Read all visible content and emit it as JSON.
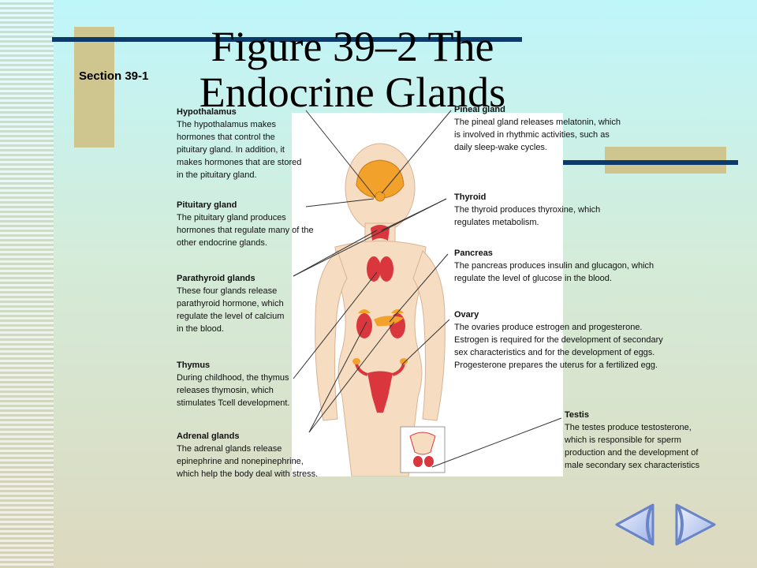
{
  "section": "Section 39-1",
  "title_line1": "Figure 39–2 The",
  "title_line2": "Endocrine Glands",
  "glands": {
    "hypothalamus": {
      "name": "Hypothalamus",
      "desc": "The hypothalamus makes\nhormones that control the\npituitary gland.  In addition, it\nmakes hormones that are stored\nin the pituitary gland."
    },
    "pituitary": {
      "name": "Pituitary gland",
      "desc": "The pituitary gland produces\nhormones that regulate many of the\nother endocrine glands."
    },
    "parathyroid": {
      "name": "Parathyroid glands",
      "desc": "These four glands release\nparathyroid hormone, which\nregulate the level of calcium\nin the blood."
    },
    "thymus": {
      "name": "Thymus",
      "desc": "During childhood, the thymus\nreleases thymosin, which\nstimulates Tcell development."
    },
    "adrenal": {
      "name": "Adrenal glands",
      "desc": "The adrenal glands release\nepinephrine and nonepinephrine,\nwhich help the body deal with stress."
    },
    "pineal": {
      "name": "Pineal gland",
      "desc": "The pineal gland releases melatonin, which\nis involved in rhythmic activities, such as\ndaily sleep-wake cycles."
    },
    "thyroid": {
      "name": "Thyroid",
      "desc": "The thyroid produces thyroxine, which\nregulates metabolism."
    },
    "pancreas": {
      "name": "Pancreas",
      "desc": "The pancreas produces insulin and glucagon, which\nregulate the level of glucose in the blood."
    },
    "ovary": {
      "name": "Ovary",
      "desc": "The ovaries produce estrogen and progesterone.\nEstrogen is required for the development of secondary\nsex characteristics and for the development of eggs.\nProgesterone prepares the uterus for a fertilized egg."
    },
    "testis": {
      "name": "Testis",
      "desc": "The testes produce testosterone,\nwhich is responsible for sperm\nproduction and the development of\nmale secondary sex characteristics"
    }
  },
  "colors": {
    "rule": "#0b3a6b",
    "tan": "#cfc68f",
    "skin": "#f6dcc0",
    "gland_red": "#d9363e",
    "gland_orange": "#f2a22a",
    "nav_blue": "#6a84c8"
  },
  "icons": {
    "back": "back-arrow-icon",
    "next": "next-arrow-icon"
  }
}
